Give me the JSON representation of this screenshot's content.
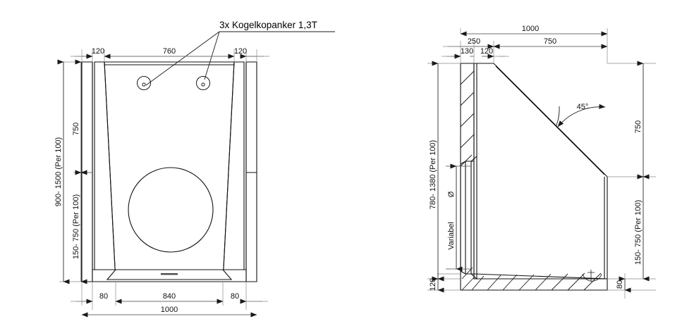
{
  "drawing": {
    "title": "Technical sectional drawing - concrete element",
    "background_color": "#ffffff",
    "line_color": "#1a1a1a",
    "dimension_line_color": "#6f6f6f",
    "annotation": {
      "label": "3x Kogelkopanker 1,3T"
    },
    "front_view": {
      "name": "front-elevation",
      "top_dimensions": [
        {
          "value": "120"
        },
        {
          "value": "760"
        },
        {
          "value": "120"
        }
      ],
      "left_dimensions": [
        {
          "value": "900- 1500  (Per 100)"
        },
        {
          "value": "750"
        },
        {
          "value": "150- 750  (Per 100)"
        }
      ],
      "bottom_dimensions": [
        {
          "value": "80"
        },
        {
          "value": "840"
        },
        {
          "value": "80"
        }
      ],
      "overall_width": "1000"
    },
    "side_view": {
      "name": "side-section",
      "top_dimensions": [
        {
          "value": "1000"
        },
        {
          "value": "250"
        },
        {
          "value": "750"
        },
        {
          "value": "130"
        },
        {
          "value": "120"
        }
      ],
      "left_dimensions": [
        {
          "value": "780- 1380  (Per 100)"
        },
        {
          "value": "120"
        }
      ],
      "inner_dimensions": [
        {
          "value": "Ø"
        },
        {
          "value": "Variabel"
        }
      ],
      "right_dimensions": [
        {
          "value": "750"
        },
        {
          "value": "150- 750  (Per 100)"
        },
        {
          "value": "80"
        }
      ],
      "angle_annotation": {
        "value": "45°"
      }
    }
  }
}
